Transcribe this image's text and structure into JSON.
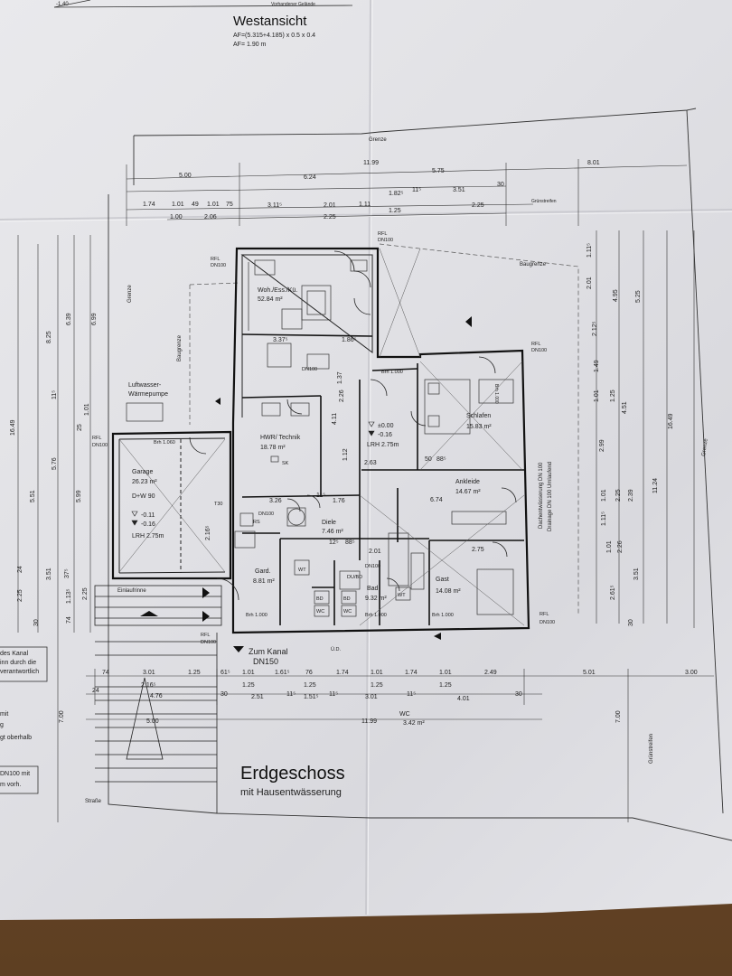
{
  "titles": {
    "west_view": "Westansicht",
    "af_formula": "AF=(5.315+4.185) x 0.5 x 0.4",
    "af_value": "AF= 1.90 m",
    "floor_title": "Erdgeschoss",
    "floor_subtitle": "mit Hausentwässerung",
    "top_fragment": "Vorhandener Gelände",
    "top_fragment_num": "-1.40"
  },
  "rooms": {
    "wohnen_name": "Woh./Ess./Kü.",
    "wohnen_area": "52.84 m²",
    "hwr_name": "HWR/ Technik",
    "hwr_area": "18.78 m²",
    "schlafen_name": "Schlafen",
    "schlafen_area": "15.83 m²",
    "ankleide_name": "Ankleide",
    "ankleide_area": "14.67 m²",
    "garage_name": "Garage",
    "garage_area": "26.23 m²",
    "garage_door": "D+W 90",
    "garage_lvl1": "-0.11",
    "garage_lvl2": "-0.16",
    "garage_lrh": "LRH 2.75m",
    "diele_name": "Diele",
    "diele_area": "7.46 m²",
    "gard_name": "Gard.",
    "gard_area": "8.81 m²",
    "bad_name": "Bad",
    "bad_area": "9.32 m²",
    "gast_name": "Gast",
    "gast_area": "14.08 m²",
    "wc_name": "WC",
    "wc_area": "3.42 m²",
    "flur_lvl1": "±0.00",
    "flur_lvl2": "-0.16",
    "flur_lrh": "LRH 2.75m",
    "pump_1": "Luftwasser-",
    "pump_2": "Wärmepumpe"
  },
  "labels": {
    "grenze": "Grenze",
    "baugrenze": "Baugrenze",
    "gruenstreifen": "Grünstreifen",
    "strasse": "Straße",
    "einlaufrinne": "Einlaufrinne",
    "zum_kanal": "Zum Kanal",
    "dn150": "DN150",
    "dn100": "DN100",
    "rfl": "RFL",
    "ud": "Ü.D.",
    "brh": "Brh 1.000",
    "brh_garage": "Brh 1.060",
    "sk": "SK",
    "rs": "RS",
    "t30": "T30",
    "wt": "WT",
    "dub": "DU/BD",
    "bd": "BD",
    "drain_1": "Dachentwässerung DN 100",
    "drain_2": "Drainage DN 100 Umlaufend"
  },
  "side_notes": {
    "n1": "des Kanal",
    "n2": "inn durch die",
    "n3": "verantwortlich",
    "n4": "mit",
    "n5": "g",
    "n6": "gt oberhalb",
    "n7": "DN100 mit",
    "n8": "m vorh."
  },
  "dimensions": {
    "top_row1": [
      "5.00",
      "6.24",
      "11.99",
      "5.75",
      "8.01"
    ],
    "top_row2": [
      "1.74",
      "1.01",
      "49",
      "1.01",
      "75",
      "3.11⁵",
      "2.01",
      "1.11",
      "1.82⁵",
      "11⁵",
      "3.51",
      "30"
    ],
    "top_row3": [
      "1.00",
      "2.06",
      "2.25",
      "1.25",
      "2.25"
    ],
    "bottom_row1": [
      "74",
      "3.01",
      "1.25",
      "61⁵",
      "1.01",
      "1.61⁵",
      "76",
      "1.74",
      "1.01",
      "1.74",
      "1.01",
      "2.49",
      "5.01",
      "3.00"
    ],
    "bottom_row2": [
      "2.16⁵",
      "1.25",
      "1.25",
      "1.25",
      "1.25"
    ],
    "bottom_row3": [
      "24",
      "4.76",
      "30",
      "2.51",
      "11⁵",
      "1.51⁵",
      "11⁵",
      "3.01",
      "11⁵",
      "4.01",
      "30"
    ],
    "bottom_total": [
      "5.00",
      "11.99"
    ],
    "left_cols": [
      "16.49",
      "8.25",
      "6.39",
      "6.99",
      "5.51",
      "5.76",
      "5.99",
      "3.51",
      "2.25",
      "1.13⁵",
      "2.25",
      "37⁵",
      "24",
      "11⁵",
      "25",
      "1.01",
      "30",
      "74",
      "7.00"
    ],
    "right_cols": [
      "1.11⁵",
      "2.01",
      "2.12⁵",
      "4.95",
      "5.25",
      "1.49",
      "1.01",
      "1.25",
      "4.51",
      "16.49",
      "2.99",
      "11.24",
      "1.01",
      "1.11⁵",
      "2.25",
      "2.39",
      "1.01",
      "2.26",
      "2.61⁵",
      "3.51",
      "30",
      "7.00"
    ],
    "inner": [
      "3.37⁵",
      "1.86⁵",
      "3.26",
      "1.76",
      "11⁵",
      "2.63",
      "50",
      "88⁵",
      "6.74",
      "2.75",
      "2.01",
      "12⁵",
      "88⁵",
      "2.26",
      "4.11",
      "1.12",
      "1.37",
      "2.16⁵"
    ]
  }
}
